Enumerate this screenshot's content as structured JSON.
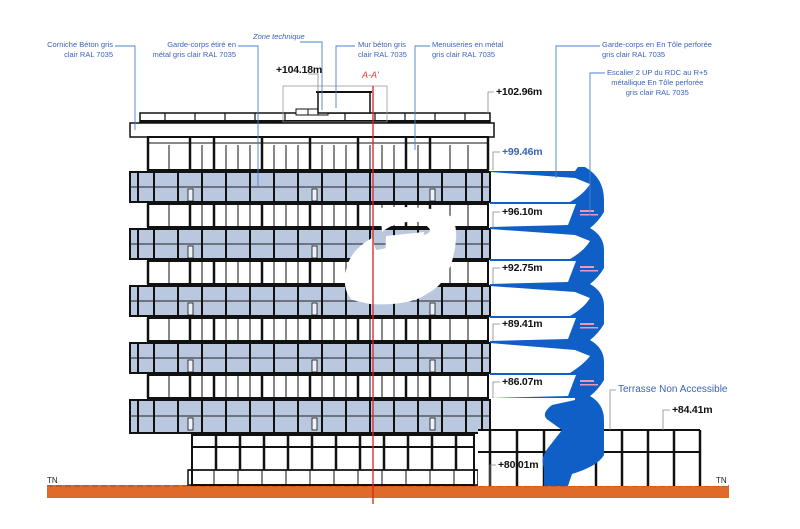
{
  "drawing": {
    "type": "architectural-elevation",
    "annotations": [
      {
        "id": "corniche",
        "line1": "Corniche Béton gris",
        "line2": "clair RAL 7035"
      },
      {
        "id": "garde-corps-etire",
        "line1": "Garde-corps étiré en",
        "line2": "métal gris clair RAL 7035"
      },
      {
        "id": "zone-technique",
        "line1": "Zone technique",
        "line2": ""
      },
      {
        "id": "mur-beton",
        "line1": "Mur béton gris",
        "line2": "clair RAL 7035"
      },
      {
        "id": "menuiseries",
        "line1": "Menuiseries en métal",
        "line2": "gris clair RAL 7035"
      },
      {
        "id": "garde-corps-tole",
        "line1": "Garde-corps en En Tôle perforée",
        "line2": "gris clair RAL 7035"
      },
      {
        "id": "escalier",
        "line1": "Escalier 2 UP du RDC au R+5",
        "line2": "métallique En Tôle perforée",
        "line3": "gris clair RAL 7035"
      }
    ],
    "section_marker": "A-A'",
    "levels": [
      {
        "label": "+104.18m",
        "style": "black"
      },
      {
        "label": "+102.96m",
        "style": "black"
      },
      {
        "label": "+99.46m",
        "style": "blue"
      },
      {
        "label": "+96.10m",
        "style": "black"
      },
      {
        "label": "+92.75m",
        "style": "black"
      },
      {
        "label": "+89.41m",
        "style": "black"
      },
      {
        "label": "+86.07m",
        "style": "black"
      },
      {
        "label": "+84.41m",
        "style": "black"
      },
      {
        "label": "+80.01m",
        "style": "black"
      }
    ],
    "terrace_label": "Terrasse Non Accessible",
    "ground_label_left": "TN",
    "ground_label_right": "TN",
    "colors": {
      "stair_blue": "#0f5fc6",
      "glass_panel": "#b9c8de",
      "ground": "#e06a2a",
      "section_line": "#e02020",
      "annotation_blue": "#3a63b8",
      "leader_line": "#4a80c8"
    }
  }
}
